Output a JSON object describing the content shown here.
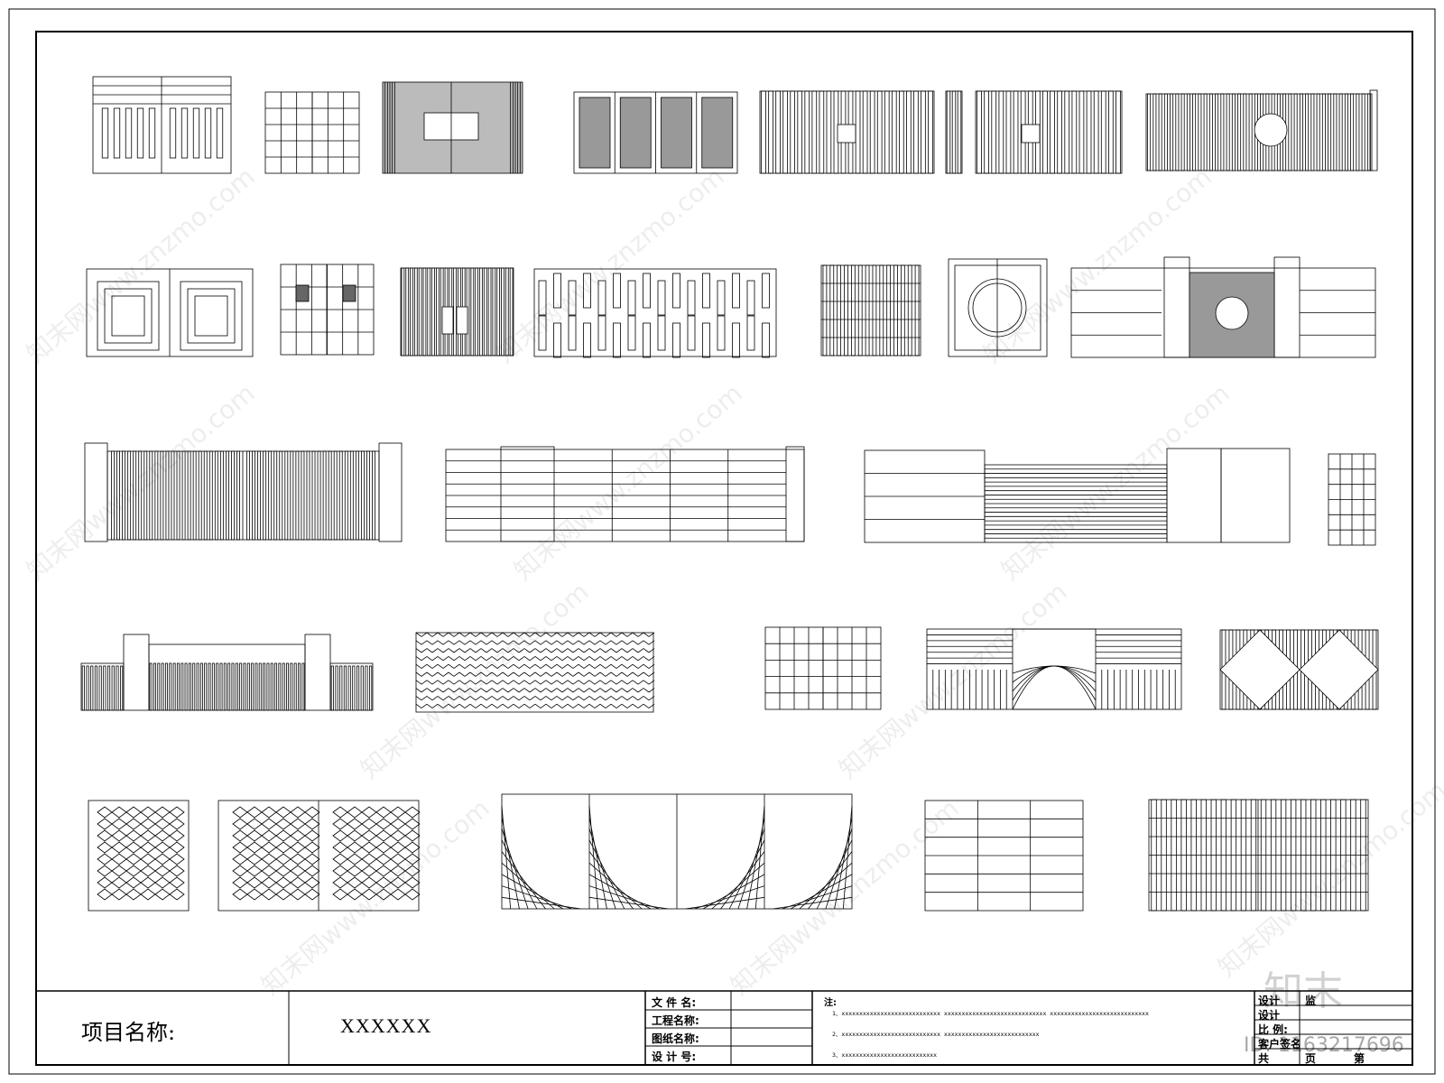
{
  "title_block": {
    "project_label": "项目名称:",
    "project_value": "XXXXXX",
    "field_labels": [
      "文 件 名:",
      "工程名称:",
      "图纸名称:",
      "设 计 号:"
    ],
    "notes_title": "注:",
    "notes": [
      "1、xxxxxxxxxxxxxxxxxxxxxxxxxxxx    xxxxxxxxxxxxxxxxxxxxxxxxxxxxx    xxxxxxxxxxxxxxxxxxxxxxxxxxxx",
      "2、xxxxxxxxxxxxxxxxxxxxxxxxxxxx    xxxxxxxxxxxxxxxxxxxxxxxxxxx",
      "3、xxxxxxxxxxxxxxxxxxxxxxxxxxx"
    ],
    "right_labels": [
      "设计",
      "设计",
      "比   例:",
      "客户签名",
      "共"
    ],
    "right_sub": [
      "监",
      "页",
      "第"
    ]
  },
  "watermark": {
    "text": "知末网www.znzmo.com",
    "logo": "知末",
    "id_text": "ID: 1163217696"
  },
  "drawing": {
    "gate_count": 30,
    "colors": {
      "line": "#000000",
      "paper": "#ffffff"
    }
  }
}
